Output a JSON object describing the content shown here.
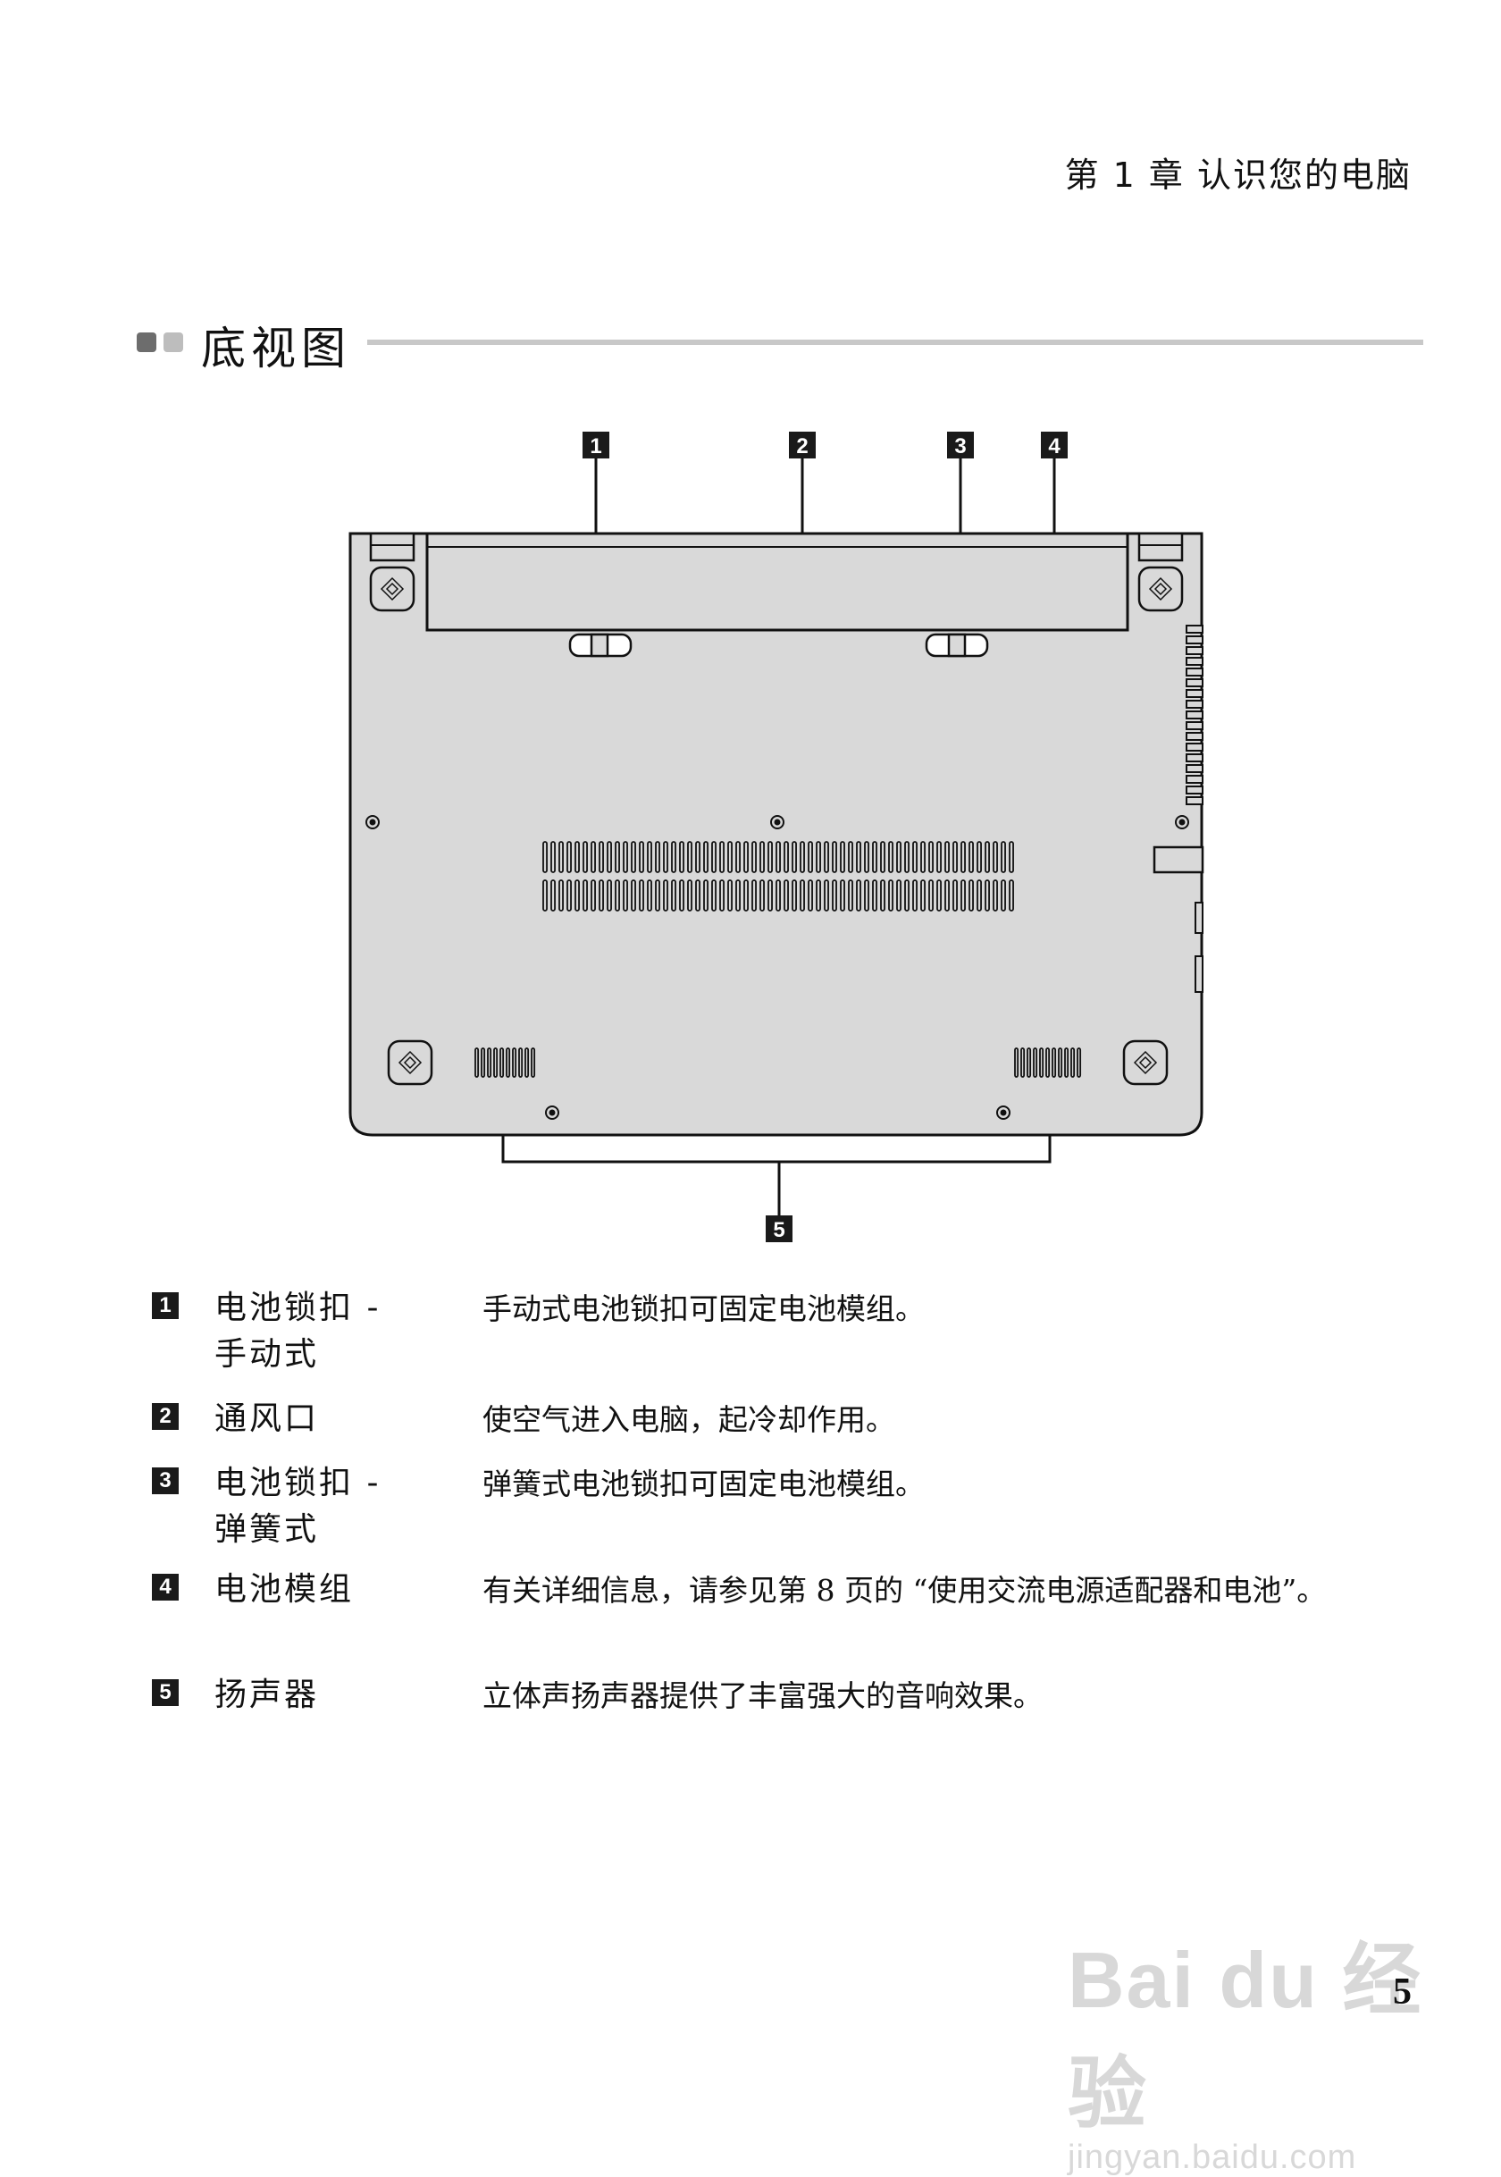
{
  "header": {
    "chapter": "第 1 章  认识您的电脑"
  },
  "section": {
    "title": "底视图"
  },
  "callouts": [
    "1",
    "2",
    "3",
    "4",
    "5"
  ],
  "items": [
    {
      "num": "1",
      "label_line1": "电池锁扣 -",
      "label_line2": "手动式",
      "description": "手动式电池锁扣可固定电池模组。"
    },
    {
      "num": "2",
      "label_line1": "通风口",
      "label_line2": "",
      "description": "使空气进入电脑，起冷却作用。"
    },
    {
      "num": "3",
      "label_line1": "电池锁扣 -",
      "label_line2": "弹簧式",
      "description": "弹簧式电池锁扣可固定电池模组。"
    },
    {
      "num": "4",
      "label_line1": "电池模组",
      "label_line2": "",
      "description": "有关详细信息，请参见第 8 页的 “使用交流电源适配器和电池”。"
    },
    {
      "num": "5",
      "label_line1": "扬声器",
      "label_line2": "",
      "description": "立体声扬声器提供了丰富强大的音响效果。"
    }
  ],
  "page_number": "5",
  "watermark": {
    "brand": "Bai du 经验",
    "url": "jingyan.baidu.com"
  }
}
